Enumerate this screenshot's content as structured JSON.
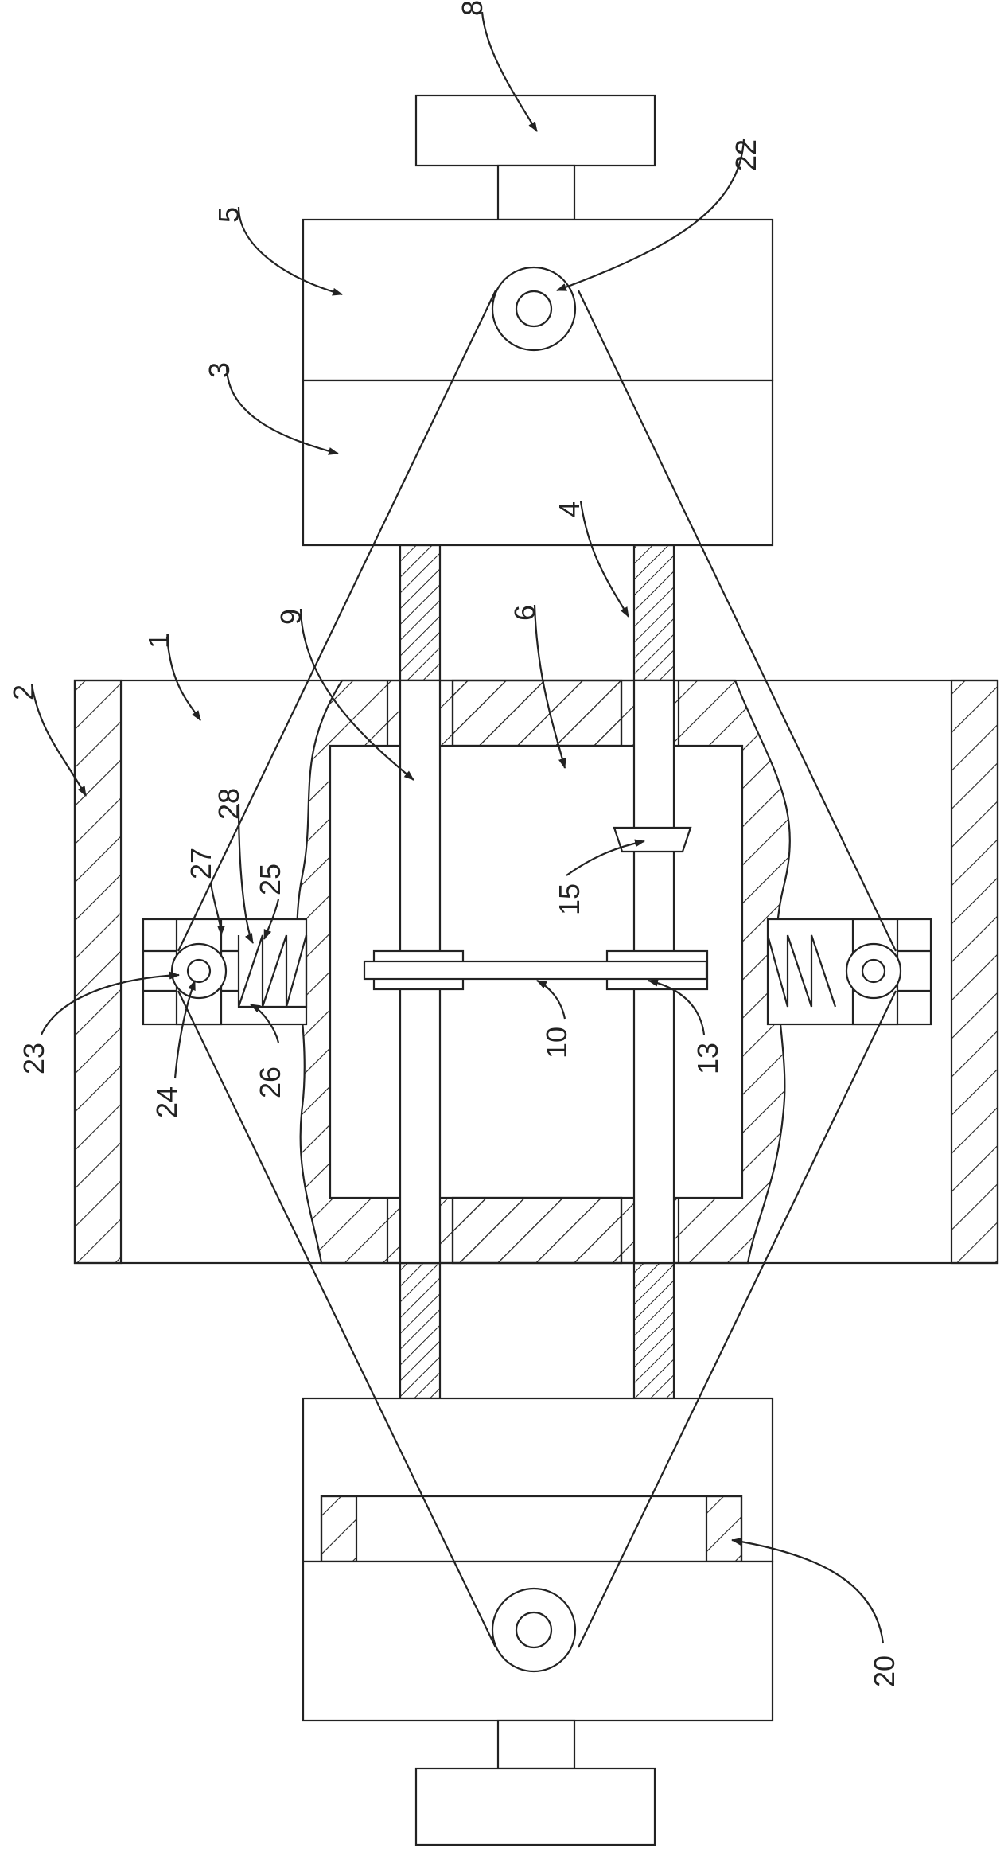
{
  "figure": {
    "background": "#ffffff",
    "line_color": "#222222",
    "labels": [
      "1",
      "2",
      "3",
      "4",
      "5",
      "6",
      "8",
      "9",
      "10",
      "13",
      "15",
      "20",
      "22",
      "23",
      "24",
      "25",
      "26",
      "27",
      "28"
    ]
  }
}
